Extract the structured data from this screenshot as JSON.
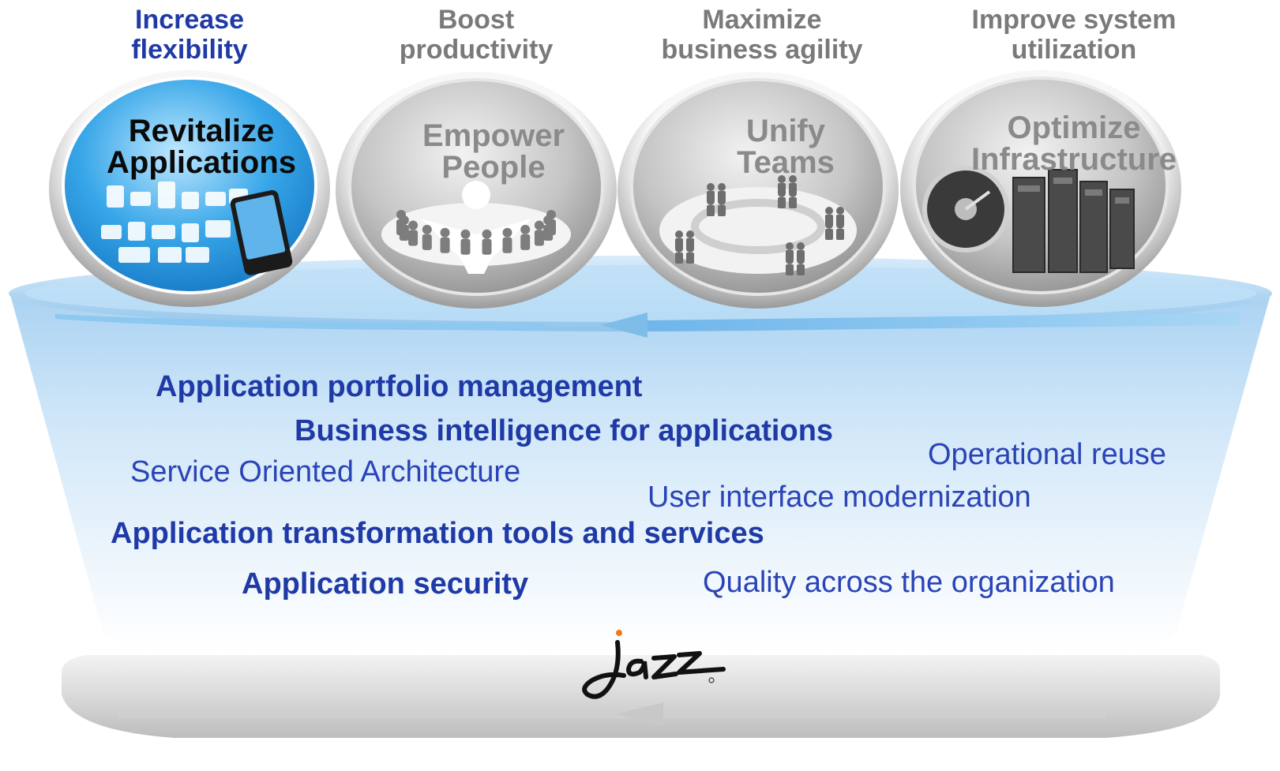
{
  "goals": [
    {
      "line1": "Increase",
      "line2": "flexibility",
      "color": "#1f3aa6"
    },
    {
      "line1": "Boost",
      "line2": "productivity",
      "color": "#7a7a7a"
    },
    {
      "line1": "Maximize",
      "line2": "business agility",
      "color": "#7a7a7a"
    },
    {
      "line1": "Improve system",
      "line2": "utilization",
      "color": "#7a7a7a"
    }
  ],
  "circles": [
    {
      "line1": "Revitalize",
      "line2": "Applications",
      "state": "highlighted",
      "color": "#0a0a0a",
      "icon": "application-devices-icon"
    },
    {
      "line1": "Empower",
      "line2": "People",
      "state": "dimmed",
      "color": "#8a8a8a",
      "icon": "people-group-icon"
    },
    {
      "line1": "Unify",
      "line2": "Teams",
      "state": "dimmed",
      "color": "#8a8a8a",
      "icon": "teams-cycle-icon"
    },
    {
      "line1": "Optimize",
      "line2": "Infrastructure",
      "state": "dimmed",
      "color": "#8a8a8a",
      "icon": "server-gauge-icon"
    }
  ],
  "capabilities": {
    "portfolio": "Application portfolio management",
    "bi": "Business intelligence for applications",
    "soa": "Service Oriented Architecture",
    "reuse": "Operational reuse",
    "ui": "User interface modernization",
    "transformation": "Application transformation tools and services",
    "security": "Application security",
    "quality": "Quality across the organization"
  },
  "logo": {
    "text": "jazz",
    "icon": "jazz-logo"
  },
  "colors": {
    "bowl_top": "#b9dcf5",
    "bowl_bottom": "#f4f9fd",
    "accent": "#1f3aa6",
    "highlight": "#2aa0e6"
  }
}
